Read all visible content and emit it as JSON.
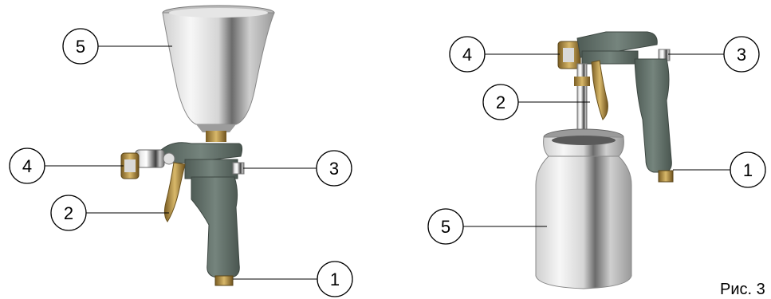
{
  "figure_caption": "Рис. 3",
  "left_gun": {
    "callouts": [
      {
        "id": "c5",
        "label": "5"
      },
      {
        "id": "c4",
        "label": "4"
      },
      {
        "id": "c3",
        "label": "3"
      },
      {
        "id": "c2",
        "label": "2"
      },
      {
        "id": "c1",
        "label": "1"
      }
    ]
  },
  "right_gun": {
    "callouts": [
      {
        "id": "c4",
        "label": "4"
      },
      {
        "id": "c3",
        "label": "3"
      },
      {
        "id": "c2",
        "label": "2"
      },
      {
        "id": "c1",
        "label": "1"
      },
      {
        "id": "c5",
        "label": "5"
      }
    ]
  },
  "colors": {
    "metal_light": "#f2f2f2",
    "metal_mid": "#b9b9b9",
    "metal_dark": "#6b6b6b",
    "handle_green": "#5e6e66",
    "brass": "#b08a3a"
  }
}
